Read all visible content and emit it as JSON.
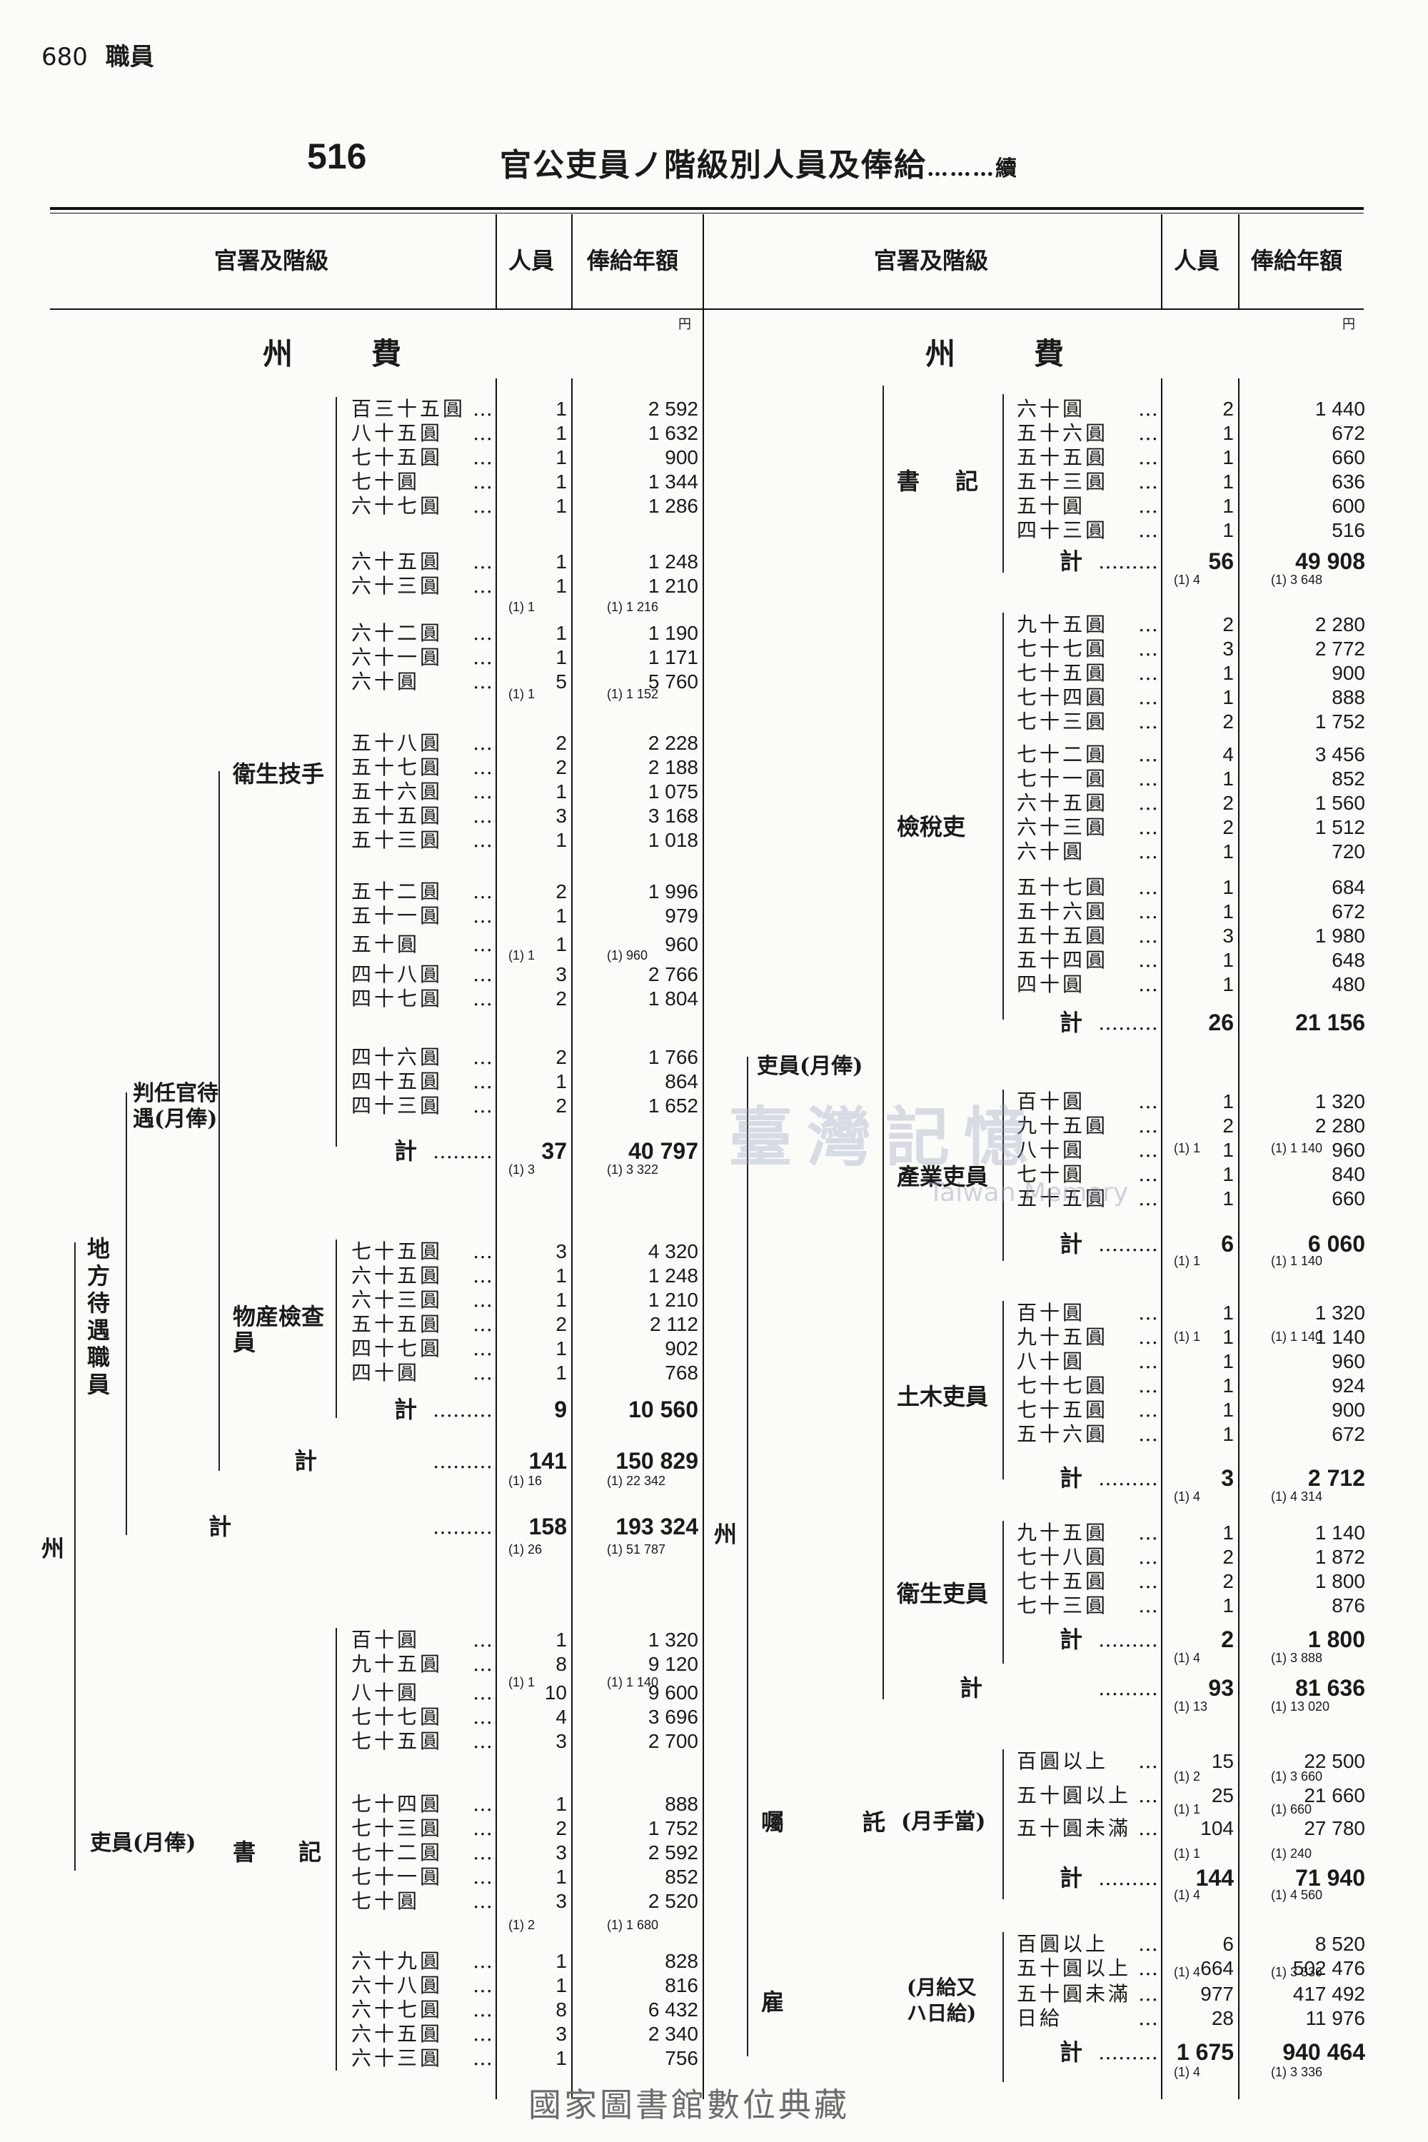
{
  "page": {
    "number": "680",
    "section": "職員"
  },
  "table": {
    "number": "516",
    "title": "官公吏員ノ階級別人員及俸給",
    "cont": "續"
  },
  "columns": {
    "dept": "官署及階級",
    "persons": "人員",
    "salary": "俸給年額",
    "yen": "円"
  },
  "section_label": "州費",
  "left": {
    "labels": {
      "state": "州",
      "chiho": "地方待遇職員",
      "hanin": "判任官待遇(月俸)",
      "eisei": "衛生技手",
      "bussan": "物産檢查員",
      "riin": "吏員(月俸)",
      "shoki": "書記"
    },
    "rows": [
      {
        "g": "衛生技手",
        "lab": "百三十五圓",
        "n": "1",
        "v": "2 592"
      },
      {
        "g": "衛生技手",
        "lab": "八十五圓",
        "n": "1",
        "v": "1 632"
      },
      {
        "g": "衛生技手",
        "lab": "七十五圓",
        "n": "1",
        "v": "900"
      },
      {
        "g": "衛生技手",
        "lab": "七十圓",
        "n": "1",
        "v": "1 344"
      },
      {
        "g": "衛生技手",
        "lab": "六十七圓",
        "n": "1",
        "v": "1 286"
      },
      {
        "g": "衛生技手",
        "lab": "六十五圓",
        "n": "1",
        "v": "1 248"
      },
      {
        "g": "衛生技手",
        "lab": "六十三圓",
        "n": "1",
        "v": "1 210"
      },
      {
        "g": "衛生技手",
        "lab": "六十二圓",
        "n": "1",
        "v": "1 190"
      },
      {
        "g": "衛生技手",
        "lab": "六十一圓",
        "n": "1",
        "v": "1 171"
      },
      {
        "g": "衛生技手",
        "lab": "六十圓",
        "n": "5",
        "v": "5 760"
      },
      {
        "g": "衛生技手",
        "lab": "五十八圓",
        "n": "2",
        "v": "2 228"
      },
      {
        "g": "衛生技手",
        "lab": "五十七圓",
        "n": "2",
        "v": "2 188"
      },
      {
        "g": "衛生技手",
        "lab": "五十六圓",
        "n": "1",
        "v": "1 075"
      },
      {
        "g": "衛生技手",
        "lab": "五十五圓",
        "n": "3",
        "v": "3 168"
      },
      {
        "g": "衛生技手",
        "lab": "五十三圓",
        "n": "1",
        "v": "1 018"
      },
      {
        "g": "衛生技手",
        "lab": "五十二圓",
        "n": "2",
        "v": "1 996"
      },
      {
        "g": "衛生技手",
        "lab": "五十一圓",
        "n": "1",
        "v": "979"
      },
      {
        "g": "衛生技手",
        "lab": "五十圓",
        "n": "1",
        "v": "960"
      },
      {
        "g": "衛生技手",
        "lab": "四十八圓",
        "n": "3",
        "v": "2 766"
      },
      {
        "g": "衛生技手",
        "lab": "四十七圓",
        "n": "2",
        "v": "1 804"
      },
      {
        "g": "衛生技手",
        "lab": "四十六圓",
        "n": "2",
        "v": "1 766"
      },
      {
        "g": "衛生技手",
        "lab": "四十五圓",
        "n": "1",
        "v": "864"
      },
      {
        "g": "衛生技手",
        "lab": "四十三圓",
        "n": "2",
        "v": "1 652"
      },
      {
        "g": "衛生技手",
        "lab": "計",
        "n": "37",
        "v": "40 797"
      },
      {
        "g": "物産檢查員",
        "lab": "七十五圓",
        "n": "3",
        "v": "4 320"
      },
      {
        "g": "物産檢查員",
        "lab": "六十五圓",
        "n": "1",
        "v": "1 248"
      },
      {
        "g": "物産檢查員",
        "lab": "六十三圓",
        "n": "1",
        "v": "1 210"
      },
      {
        "g": "物産檢查員",
        "lab": "五十五圓",
        "n": "2",
        "v": "2 112"
      },
      {
        "g": "物産檢查員",
        "lab": "四十七圓",
        "n": "1",
        "v": "902"
      },
      {
        "g": "物産檢查員",
        "lab": "四十圓",
        "n": "1",
        "v": "768"
      },
      {
        "g": "物産檢查員",
        "lab": "計",
        "n": "9",
        "v": "10 560"
      },
      {
        "g": "判任官待遇",
        "lab": "計",
        "n": "141",
        "v": "150 829"
      },
      {
        "g": "地方待遇職員",
        "lab": "計",
        "n": "158",
        "v": "193 324"
      },
      {
        "g": "書記",
        "lab": "百十圓",
        "n": "1",
        "v": "1 320"
      },
      {
        "g": "書記",
        "lab": "九十五圓",
        "n": "8",
        "v": "9 120"
      },
      {
        "g": "書記",
        "lab": "八十圓",
        "n": "10",
        "v": "9 600"
      },
      {
        "g": "書記",
        "lab": "七十七圓",
        "n": "4",
        "v": "3 696"
      },
      {
        "g": "書記",
        "lab": "七十五圓",
        "n": "3",
        "v": "2 700"
      },
      {
        "g": "書記",
        "lab": "七十四圓",
        "n": "1",
        "v": "888"
      },
      {
        "g": "書記",
        "lab": "七十三圓",
        "n": "2",
        "v": "1 752"
      },
      {
        "g": "書記",
        "lab": "七十二圓",
        "n": "3",
        "v": "2 592"
      },
      {
        "g": "書記",
        "lab": "七十一圓",
        "n": "1",
        "v": "852"
      },
      {
        "g": "書記",
        "lab": "七十圓",
        "n": "3",
        "v": "2 520"
      },
      {
        "g": "書記",
        "lab": "六十九圓",
        "n": "1",
        "v": "828"
      },
      {
        "g": "書記",
        "lab": "六十八圓",
        "n": "1",
        "v": "816"
      },
      {
        "g": "書記",
        "lab": "六十七圓",
        "n": "8",
        "v": "6 432"
      },
      {
        "g": "書記",
        "lab": "六十五圓",
        "n": "3",
        "v": "2 340"
      },
      {
        "g": "書記",
        "lab": "六十三圓",
        "n": "1",
        "v": "756"
      }
    ],
    "subs": [
      {
        "n": "(1) 1",
        "v": "(1) 1 216"
      },
      {
        "n": "(1) 1",
        "v": "(1) 1 152"
      },
      {
        "n": "(1) 1",
        "v": "(1) 960"
      },
      {
        "n": "(1) 3",
        "v": "(1) 3 322"
      },
      {
        "n": "(1) 16",
        "v": "(1) 22 342"
      },
      {
        "n": "(1) 26",
        "v": "(1) 51 787"
      },
      {
        "n": "(1) 1",
        "v": "(1) 1 140"
      },
      {
        "n": "(1) 2",
        "v": "(1) 1 680"
      }
    ]
  },
  "right": {
    "labels": {
      "state": "州",
      "riin": "吏員(月俸)",
      "shoki": "書記",
      "kenzei": "檢稅吏",
      "sangyo": "產業吏員",
      "doboku": "土木吏員",
      "eisei": "衛生吏員",
      "shokutaku": "囑託",
      "teate": "(月手當)",
      "yatoi": "雇",
      "kyu": "(月給又ハ日給)"
    },
    "rows": [
      {
        "g": "書記",
        "lab": "六十圓",
        "n": "2",
        "v": "1 440"
      },
      {
        "g": "書記",
        "lab": "五十六圓",
        "n": "1",
        "v": "672"
      },
      {
        "g": "書記",
        "lab": "五十五圓",
        "n": "1",
        "v": "660"
      },
      {
        "g": "書記",
        "lab": "五十三圓",
        "n": "1",
        "v": "636"
      },
      {
        "g": "書記",
        "lab": "五十圓",
        "n": "1",
        "v": "600"
      },
      {
        "g": "書記",
        "lab": "四十三圓",
        "n": "1",
        "v": "516"
      },
      {
        "g": "書記",
        "lab": "計",
        "n": "56",
        "v": "49 908"
      },
      {
        "g": "檢稅吏",
        "lab": "九十五圓",
        "n": "2",
        "v": "2 280"
      },
      {
        "g": "檢稅吏",
        "lab": "七十七圓",
        "n": "3",
        "v": "2 772"
      },
      {
        "g": "檢稅吏",
        "lab": "七十五圓",
        "n": "1",
        "v": "900"
      },
      {
        "g": "檢稅吏",
        "lab": "七十四圓",
        "n": "1",
        "v": "888"
      },
      {
        "g": "檢稅吏",
        "lab": "七十三圓",
        "n": "2",
        "v": "1 752"
      },
      {
        "g": "檢稅吏",
        "lab": "七十二圓",
        "n": "4",
        "v": "3 456"
      },
      {
        "g": "檢稅吏",
        "lab": "七十一圓",
        "n": "1",
        "v": "852"
      },
      {
        "g": "檢稅吏",
        "lab": "六十五圓",
        "n": "2",
        "v": "1 560"
      },
      {
        "g": "檢稅吏",
        "lab": "六十三圓",
        "n": "2",
        "v": "1 512"
      },
      {
        "g": "檢稅吏",
        "lab": "六十圓",
        "n": "1",
        "v": "720"
      },
      {
        "g": "檢稅吏",
        "lab": "五十七圓",
        "n": "1",
        "v": "684"
      },
      {
        "g": "檢稅吏",
        "lab": "五十六圓",
        "n": "1",
        "v": "672"
      },
      {
        "g": "檢稅吏",
        "lab": "五十五圓",
        "n": "3",
        "v": "1 980"
      },
      {
        "g": "檢稅吏",
        "lab": "五十四圓",
        "n": "1",
        "v": "648"
      },
      {
        "g": "檢稅吏",
        "lab": "四十圓",
        "n": "1",
        "v": "480"
      },
      {
        "g": "檢稅吏",
        "lab": "計",
        "n": "26",
        "v": "21 156"
      },
      {
        "g": "產業吏員",
        "lab": "百十圓",
        "n": "1",
        "v": "1 320"
      },
      {
        "g": "產業吏員",
        "lab": "九十五圓",
        "n": "2",
        "v": "2 280"
      },
      {
        "g": "產業吏員",
        "lab": "八十圓",
        "n": "1",
        "v": "960"
      },
      {
        "g": "產業吏員",
        "lab": "七十圓",
        "n": "1",
        "v": "840"
      },
      {
        "g": "產業吏員",
        "lab": "五十五圓",
        "n": "1",
        "v": "660"
      },
      {
        "g": "產業吏員",
        "lab": "計",
        "n": "6",
        "v": "6 060"
      },
      {
        "g": "土木吏員",
        "lab": "百十圓",
        "n": "1",
        "v": "1 320"
      },
      {
        "g": "土木吏員",
        "lab": "九十五圓",
        "n": "1",
        "v": "1 140"
      },
      {
        "g": "土木吏員",
        "lab": "八十圓",
        "n": "1",
        "v": "960"
      },
      {
        "g": "土木吏員",
        "lab": "七十七圓",
        "n": "1",
        "v": "924"
      },
      {
        "g": "土木吏員",
        "lab": "七十五圓",
        "n": "1",
        "v": "900"
      },
      {
        "g": "土木吏員",
        "lab": "五十六圓",
        "n": "1",
        "v": "672"
      },
      {
        "g": "土木吏員",
        "lab": "計",
        "n": "3",
        "v": "2 712"
      },
      {
        "g": "衛生吏員",
        "lab": "九十五圓",
        "n": "1",
        "v": "1 140"
      },
      {
        "g": "衛生吏員",
        "lab": "七十八圓",
        "n": "2",
        "v": "1 872"
      },
      {
        "g": "衛生吏員",
        "lab": "七十五圓",
        "n": "2",
        "v": "1 800"
      },
      {
        "g": "衛生吏員",
        "lab": "七十三圓",
        "n": "1",
        "v": "876"
      },
      {
        "g": "衛生吏員",
        "lab": "計",
        "n": "2",
        "v": "1 800"
      },
      {
        "g": "吏員",
        "lab": "計",
        "n": "93",
        "v": "81 636"
      },
      {
        "g": "囑託",
        "lab": "百圓以上",
        "n": "15",
        "v": "22 500"
      },
      {
        "g": "囑託",
        "lab": "五十圓以上",
        "n": "25",
        "v": "21 660"
      },
      {
        "g": "囑託",
        "lab": "五十圓未滿",
        "n": "104",
        "v": "27 780"
      },
      {
        "g": "囑託",
        "lab": "計",
        "n": "144",
        "v": "71 940"
      },
      {
        "g": "雇",
        "lab": "百圓以上",
        "n": "6",
        "v": "8 520"
      },
      {
        "g": "雇",
        "lab": "五十圓以上",
        "n": "664",
        "v": "502 476"
      },
      {
        "g": "雇",
        "lab": "五十圓未滿",
        "n": "977",
        "v": "417 492"
      },
      {
        "g": "雇",
        "lab": "日給",
        "n": "28",
        "v": "11 976"
      },
      {
        "g": "雇",
        "lab": "計",
        "n": "1 675",
        "v": "940 464"
      }
    ],
    "subs": [
      {
        "n": "(1) 4",
        "v": "(1) 3 648"
      },
      {
        "n": "(1) 1",
        "v": "(1) 1 140"
      },
      {
        "n": "(1) 1",
        "v": "(1) 1 140"
      },
      {
        "n": "(1) 1",
        "v": "(1) 1 140"
      },
      {
        "n": "(1) 4",
        "v": "(1) 4 314"
      },
      {
        "n": "(1) 4",
        "v": "(1) 3 888"
      },
      {
        "n": "(1) 13",
        "v": "(1) 13 020"
      },
      {
        "n": "(1) 2",
        "v": "(1) 3 660"
      },
      {
        "n": "(1) 1",
        "v": "(1) 660"
      },
      {
        "n": "(1) 1",
        "v": "(1) 240"
      },
      {
        "n": "(1) 4",
        "v": "(1) 4 560"
      },
      {
        "n": "(1) 4",
        "v": "(1) 3 336"
      },
      {
        "n": "(1) 4",
        "v": "(1) 3 336"
      }
    ]
  },
  "watermark": {
    "cn": "臺灣記憶",
    "en": "Taiwan Memory"
  },
  "footer": "國家圖書館數位典藏"
}
